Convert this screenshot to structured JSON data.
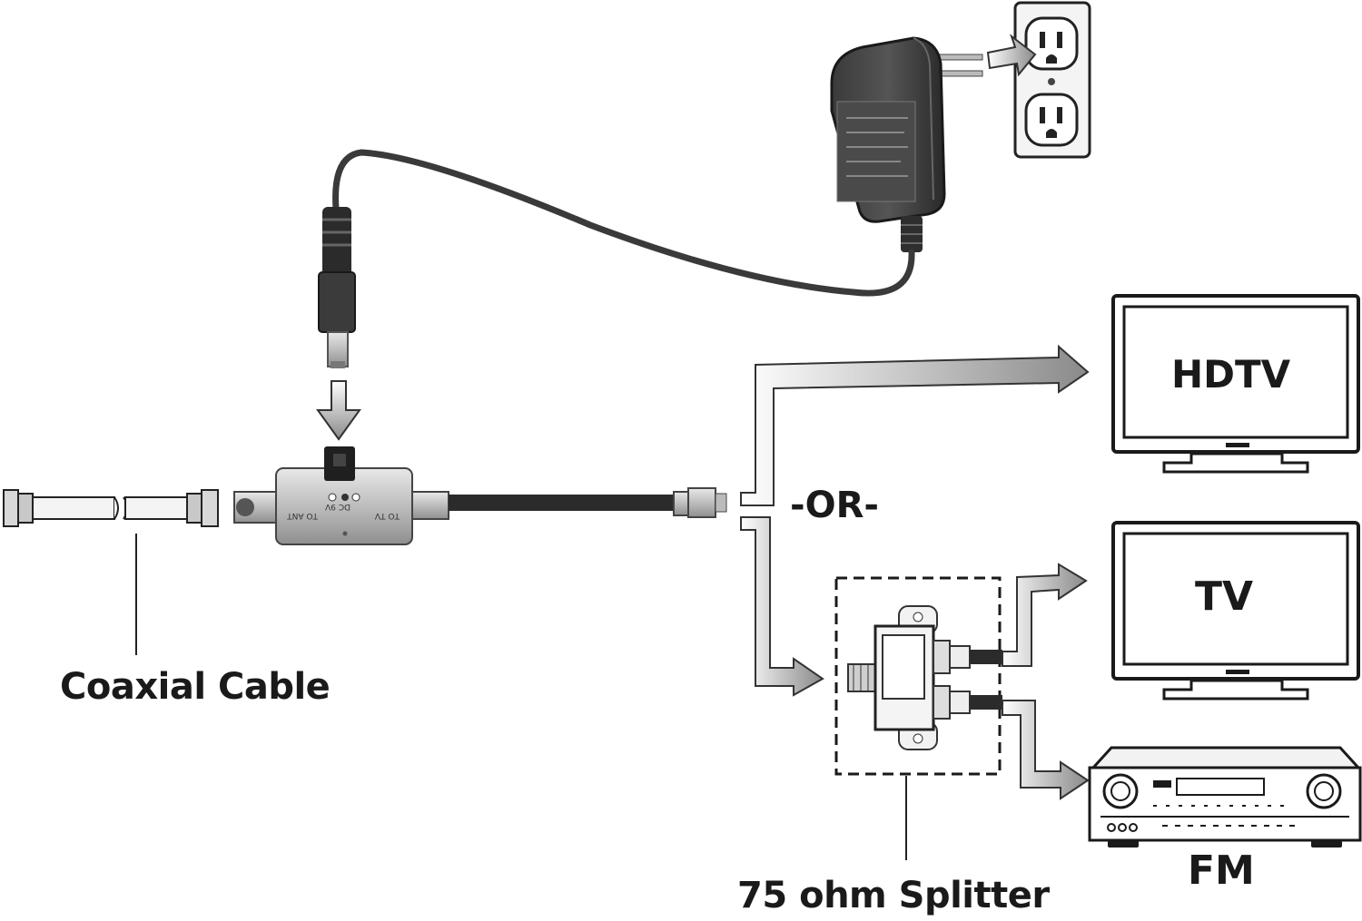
{
  "labels": {
    "coaxial_cable": "Coaxial Cable",
    "splitter": "75 ohm Splitter",
    "or": "-OR-",
    "hdtv": "HDTV",
    "tv": "TV",
    "fm": "FM"
  },
  "amplifier": {
    "to_ant": "TO ANT",
    "dc": "DC 9V",
    "to_tv": "TO TV"
  },
  "colors": {
    "ink": "#1a1a1a",
    "arrow_fill": "#9a9a9a",
    "device_dark": "#2b2b2b"
  }
}
